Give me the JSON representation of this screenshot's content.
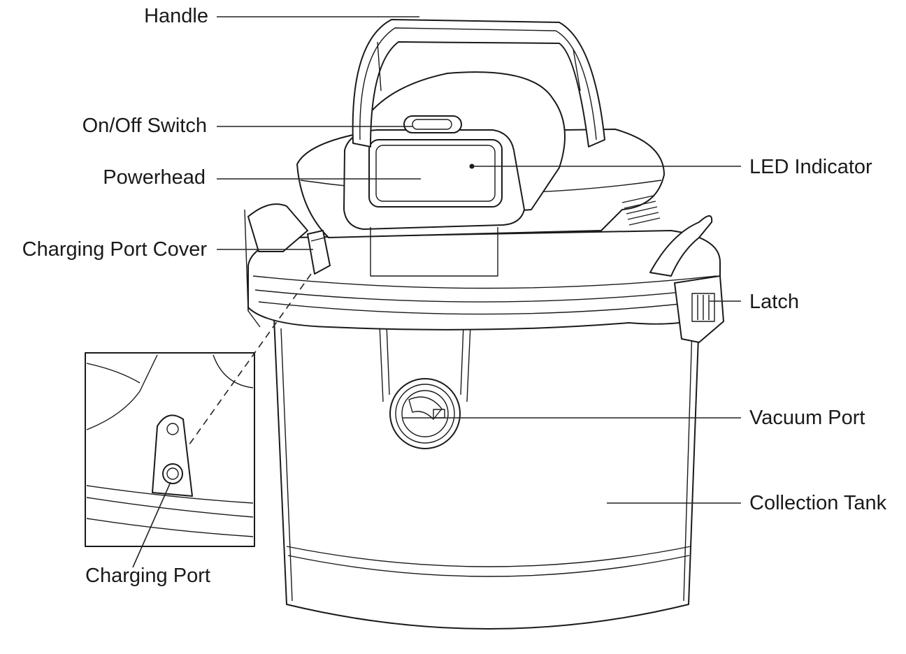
{
  "labels": {
    "handle": "Handle",
    "on_off_switch": "On/Off Switch",
    "powerhead": "Powerhead",
    "charging_port_cover": "Charging Port Cover",
    "led_indicator": "LED Indicator",
    "latch": "Latch",
    "vacuum_port": "Vacuum Port",
    "collection_tank": "Collection Tank",
    "charging_port": "Charging Port"
  },
  "colors": {
    "line": "#1a1a1a",
    "background": "#ffffff"
  }
}
